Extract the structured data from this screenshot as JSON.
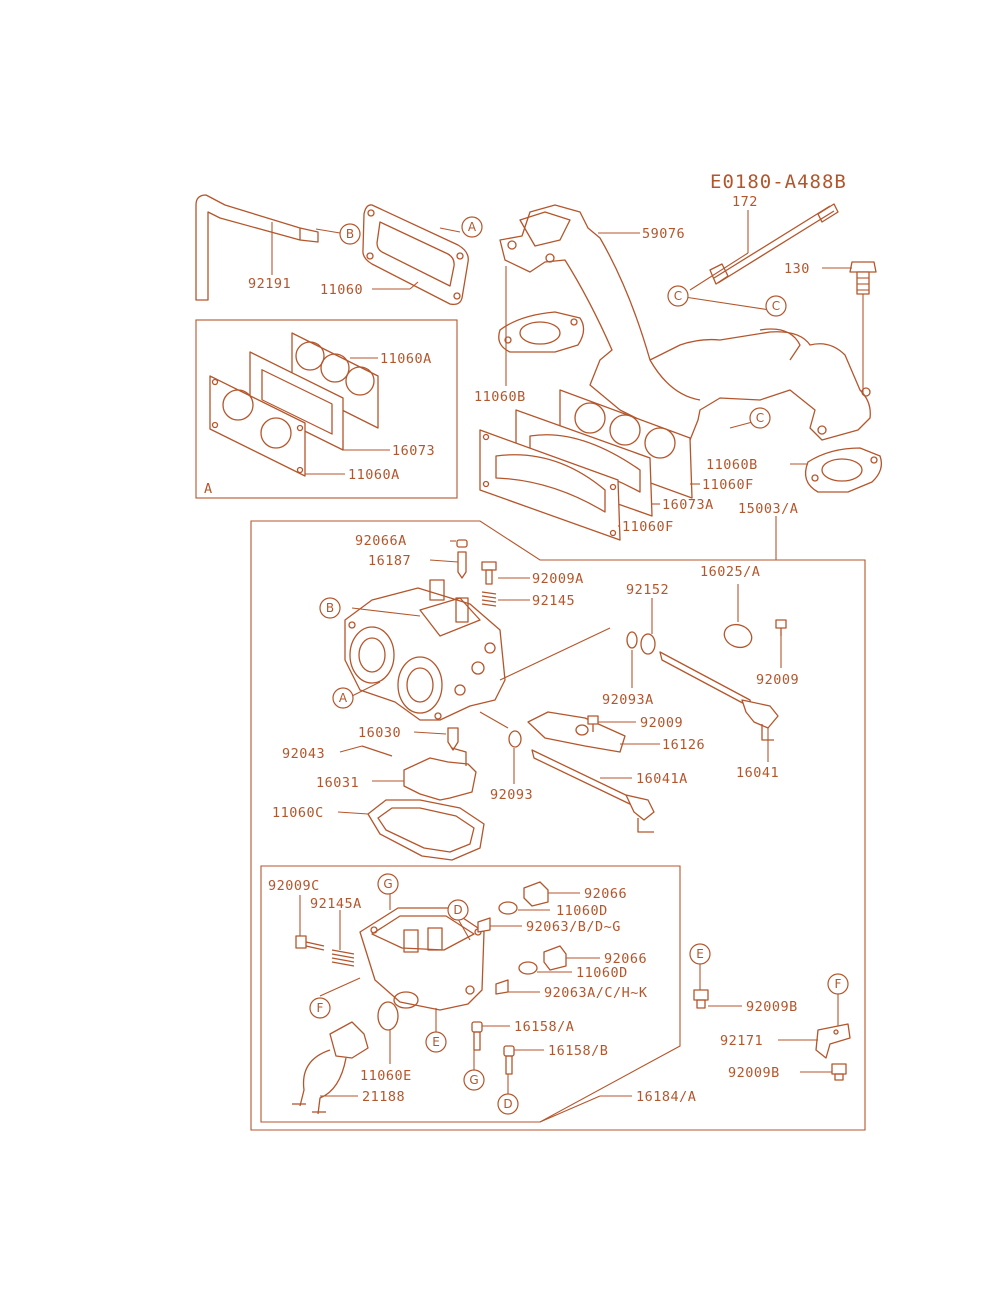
{
  "diagram": {
    "code": "E0180-A488B",
    "section_a_label": "A",
    "callouts": {
      "a_top": "A",
      "b_top": "B",
      "c1": "C",
      "c2": "C",
      "c3": "C",
      "b_carb": "B",
      "a_carb": "A",
      "g_bowl": "G",
      "d_bowl": "D",
      "f_bowl": "F",
      "e_bowl": "E",
      "g_pin": "G",
      "d_pin": "D",
      "e_right": "E",
      "f_right": "F"
    },
    "parts": {
      "p92191": "92191",
      "p11060": "11060",
      "p59076": "59076",
      "p172": "172",
      "p130": "130",
      "p11060A_1": "11060A",
      "p16073": "16073",
      "p11060A_2": "11060A",
      "p11060B_1": "11060B",
      "p11060B_2": "11060B",
      "p11060F_1": "11060F",
      "p16073A": "16073A",
      "p11060F_2": "11060F",
      "p15003": "15003/A",
      "p92066A": "92066A",
      "p16187": "16187",
      "p92009A": "92009A",
      "p92145": "92145",
      "p92152": "92152",
      "p16025": "16025/A",
      "p92009_1": "92009",
      "p92093A": "92093A",
      "p92009_2": "92009",
      "p16126": "16126",
      "p16041": "16041",
      "p16030": "16030",
      "p92043": "92043",
      "p16031": "16031",
      "p92093": "92093",
      "p16041A": "16041A",
      "p11060C": "11060C",
      "p92009C": "92009C",
      "p92145A": "92145A",
      "p92066_1": "92066",
      "p11060D_1": "11060D",
      "p92063": "92063/B/D~G",
      "p92066_2": "92066",
      "p11060D_2": "11060D",
      "p92063A": "92063A/C/H~K",
      "p92009B_1": "92009B",
      "p16158_1": "16158/A",
      "p16158_2": "16158/B",
      "p92171": "92171",
      "p11060E": "11060E",
      "p92009B_2": "92009B",
      "p21188": "21188",
      "p16184": "16184/A"
    }
  }
}
